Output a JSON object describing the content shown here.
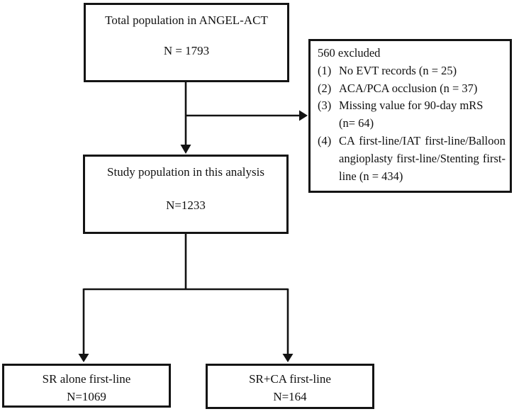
{
  "diagram": {
    "type": "study-flowchart",
    "colors": {
      "ink": "#131313",
      "background": "#ffffff"
    },
    "boxes": {
      "total": {
        "title": "Total population in ANGEL-ACT",
        "n": "N = 1793"
      },
      "excluded": {
        "header": "560 excluded",
        "items": [
          {
            "marker": "(1)",
            "lines": [
              "No EVT records (n = 25)"
            ]
          },
          {
            "marker": "(2)",
            "lines": [
              "ACA/PCA occlusion (n = 37)"
            ]
          },
          {
            "marker": "(3)",
            "lines": [
              "Missing value for 90-day mRS",
              "(n= 64)"
            ]
          },
          {
            "marker": "(4)",
            "lines": [
              "CA first-line/IAT first-line/Balloon",
              "angioplasty first-line/Stenting first-",
              "line (n = 434)"
            ]
          }
        ]
      },
      "study": {
        "title": "Study population in this analysis",
        "n": "N=1233"
      },
      "sr_alone": {
        "title": "SR alone first-line",
        "n": "N=1069"
      },
      "sr_ca": {
        "title": "SR+CA first-line",
        "n": "N=164"
      }
    }
  }
}
